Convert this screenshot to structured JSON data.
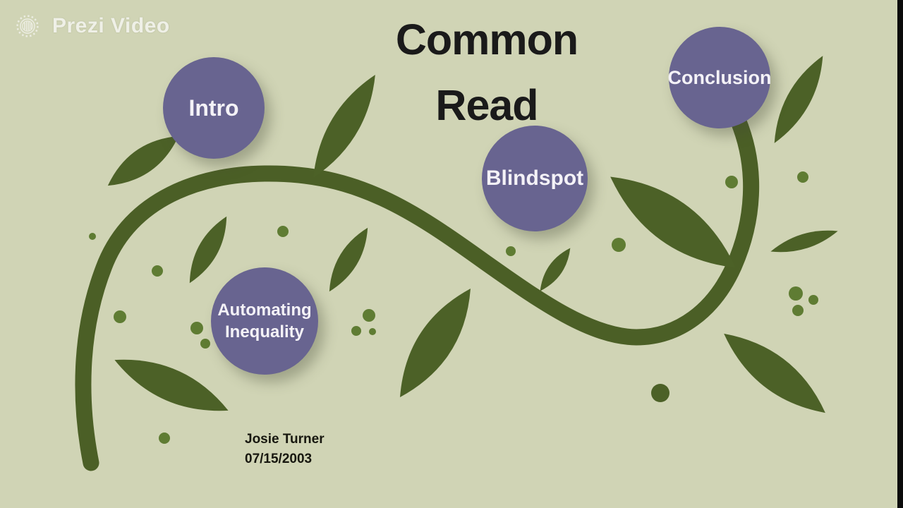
{
  "watermark": {
    "brand": "Prezi Video",
    "icon": "prezi-sunburst-icon"
  },
  "title": {
    "line1": "Common",
    "line2": "Read"
  },
  "topics": [
    {
      "id": "intro",
      "label": "Intro"
    },
    {
      "id": "automating-inequality",
      "label": "Automating Inequality",
      "line1": "Automating",
      "line2": "Inequality"
    },
    {
      "id": "blindspot",
      "label": "Blindspot"
    },
    {
      "id": "conclusion",
      "label": "Conclusion"
    }
  ],
  "author": {
    "name": "Josie Turner",
    "date": "07/15/2003"
  },
  "colors": {
    "background": "#d0d4b5",
    "vine": "#4b5f26",
    "leaf": "#4c6127",
    "dot": "#5f7c33",
    "topic_circle": "#686490",
    "topic_text": "#f4f2f7",
    "title_text": "#1a1a1a",
    "watermark_text": "#f5f5f0",
    "edge_bar": "#0b0b0b"
  }
}
